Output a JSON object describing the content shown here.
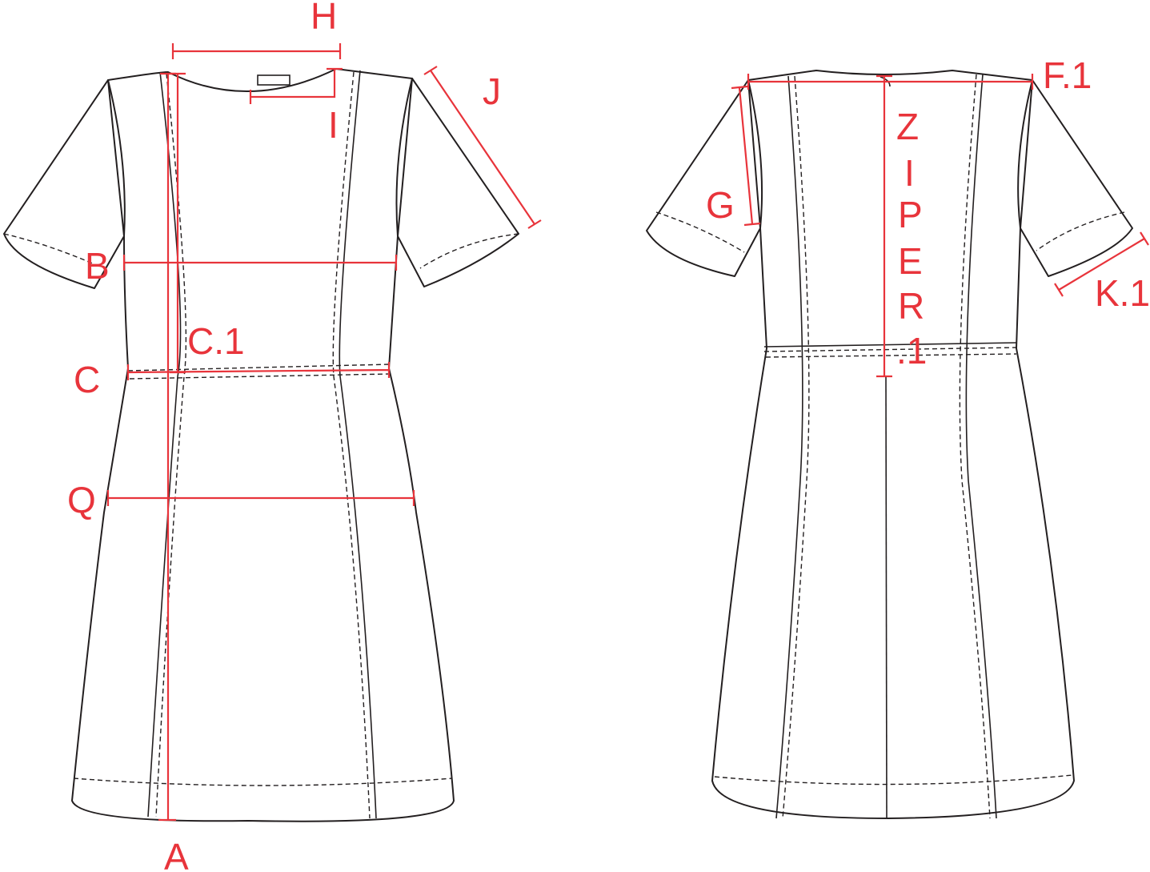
{
  "title": "Dress technical flat sketch with measurement points",
  "front": {
    "labels": {
      "H": "H",
      "I": "I",
      "J": "J",
      "B": "B",
      "C1": "C.1",
      "C": "C",
      "Q": "Q",
      "A": "A"
    }
  },
  "back": {
    "labels": {
      "F1": "F.1",
      "G": "G",
      "K1": "K.1",
      "zipper_letters": [
        "Z",
        "I",
        "P",
        "E",
        "R",
        ".1"
      ]
    }
  },
  "colors": {
    "measure": "#e8343b",
    "outline": "#231f20"
  }
}
